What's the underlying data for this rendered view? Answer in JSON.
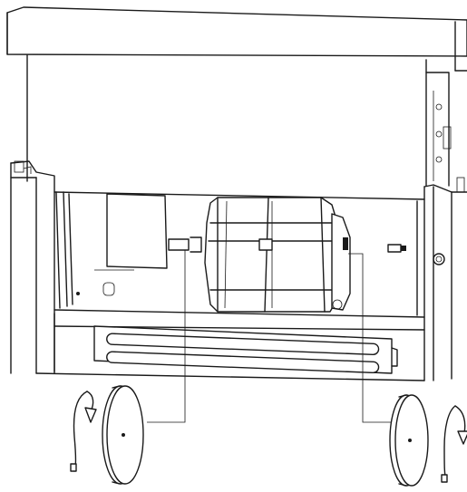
{
  "figure": {
    "kind": "technical line drawing",
    "parts": [
      "top-panel",
      "cabinet",
      "blower-assembly",
      "filter-channel",
      "left-wheel",
      "right-wheel",
      "left-rotation-arrow",
      "right-rotation-arrow",
      "leader-lines"
    ]
  },
  "colors": {
    "line": "#1a1a1a",
    "background": "#ffffff"
  }
}
